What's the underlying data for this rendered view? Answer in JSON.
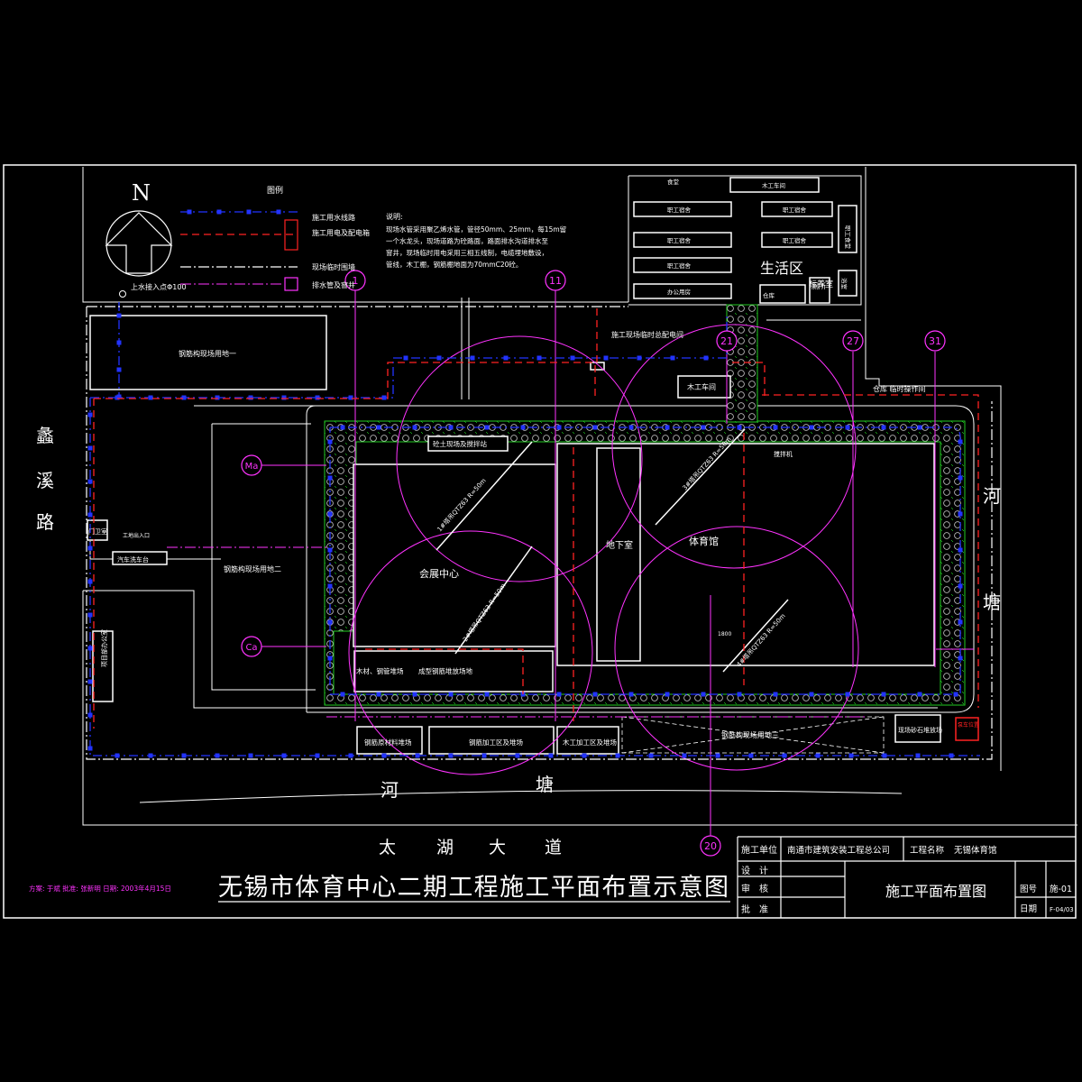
{
  "north": "N",
  "legend": {
    "title": "图例",
    "items": [
      "施工用水线路",
      "施工用电及配电箱",
      "现场临时围墙",
      "排水管及窨井"
    ],
    "water_entry": "上水接入点Φ100"
  },
  "notes": {
    "title": "说明:",
    "lines": [
      "现场水管采用聚乙烯水管，管径50mm、25mm，每15m留",
      "一个水龙头，现场道路为砼路面，路面排水沟道排水至",
      "窨井，现场临时用电采用三相五线制，电缆埋地敷设，",
      "管线，木工棚，钢筋棚地面为70mmC20砼。"
    ]
  },
  "roads": {
    "left": [
      "蠡",
      "溪",
      "路"
    ],
    "right": [
      "河",
      "塘"
    ],
    "bottom_river": [
      "河",
      "塘"
    ],
    "bottom_road": [
      "太",
      "湖",
      "大",
      "道"
    ]
  },
  "areas": {
    "living_zone": "生活区",
    "wc": "厕所",
    "temp_power": "施工现场临时总配电间",
    "carpentry": "木工车间",
    "warehouse": "仓库 临时操作间",
    "steel_yard1": "钢筋构现场用地一",
    "steel_yard2": "钢筋构现场用地二",
    "steel_yard3": "钢筋构现场用地三",
    "guard": "门卫室",
    "car_wash": "汽车洗车台",
    "project_office": "项目部办公室",
    "entry_road": "工地出入口",
    "site_cross": "砼土现场及搅拌站",
    "exhibition": "会展中心",
    "gym": "体育馆",
    "basement": "地下室",
    "wood_area": "木材、钢管堆场",
    "formwork": "成型钢筋堆放场地",
    "steel_raw": "钢筋原材料堆场",
    "steel_proc": "钢筋加工区及堆场",
    "wood_proc": "木工加工区及堆场",
    "sand": "现场砂石堆放场",
    "pump": "泵车位置",
    "mixer_label": "搅拌机"
  },
  "dorms": [
    "职工宿舍",
    "职工宿舍",
    "职工宿舍",
    "职工宿舍",
    "职工宿舍",
    "木工车间",
    "办公用房",
    "食堂",
    "职工食堂",
    "标养室",
    "仓库",
    "浴室"
  ],
  "cranes": {
    "c1": "1#塔吊QTZ63 R=50m",
    "c2": "2#塔吊QTZ63 R=50m",
    "c3": "3#塔吊QTZ63 R=50m",
    "c4": "4#塔吊QTZ63 R=50m"
  },
  "axis_bubbles": [
    "1",
    "11",
    "21",
    "27",
    "31",
    "20"
  ],
  "site_marks": [
    "Ma",
    "Ca"
  ],
  "dim": "1800",
  "title": "无锡市体育中心二期工程施工平面布置示意图",
  "signature": "方案: 于斌   批准: 张新明   日期: 2003年4月15日",
  "title_block": {
    "unit_label": "施工单位",
    "unit_value": "南通市建筑安装工程总公司",
    "project_label": "工程名称",
    "project_value": "无锡体育馆",
    "rows": [
      "设　计",
      "审　核",
      "批　准"
    ],
    "drawing_name": "施工平面布置图",
    "no_label": "图号",
    "no_value": "施-01",
    "date_label": "日期",
    "date_value": "F-04/03"
  },
  "colors": {
    "blue": "#2233ff",
    "red": "#ff2222",
    "magenta": "#ff33ff",
    "green": "#22cc22",
    "white": "#ffffff",
    "frame": "#ffffff"
  }
}
